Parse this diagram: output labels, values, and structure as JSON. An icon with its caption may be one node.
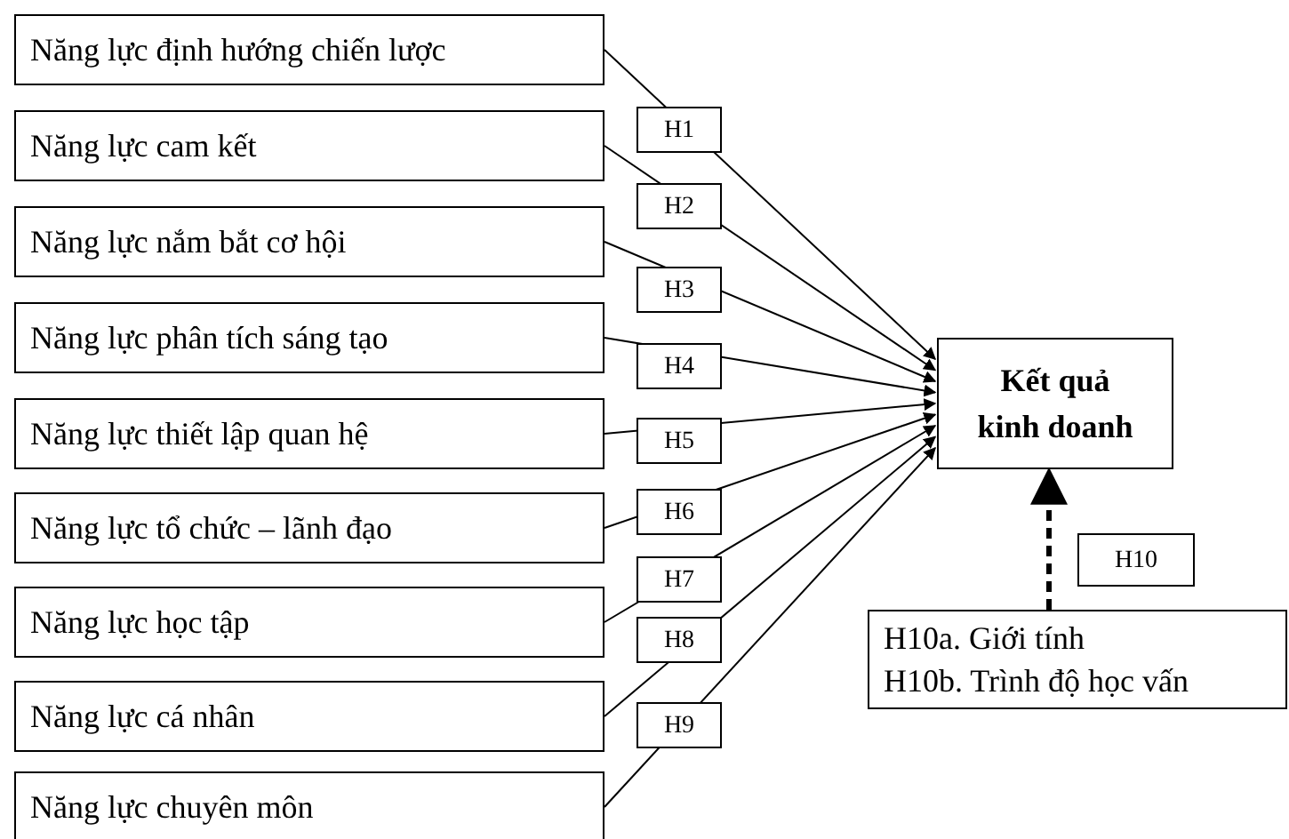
{
  "diagram": {
    "nodes": [
      {
        "text": [
          "Năng lực định hướng chiến lược"
        ]
      },
      {
        "text": [
          "Năng lực cam kết"
        ]
      },
      {
        "text": [
          "Năng lực nắm bắt cơ hội"
        ]
      },
      {
        "text": [
          "Năng lực phân tích sáng tạo"
        ]
      },
      {
        "text": [
          "Năng lực thiết lập quan hệ"
        ]
      },
      {
        "text": [
          "Năng lực tổ chức – lãnh đạo"
        ]
      },
      {
        "text": [
          "Năng lực học tập"
        ]
      },
      {
        "text": [
          "Năng lực cá nhân"
        ]
      },
      {
        "text": [
          "Năng lực chuyên môn"
        ]
      },
      {
        "text": [
          "Kết quả kinh doanh"
        ]
      },
      {
        "text": [
          "H10a. Giới tính",
          "H10b. Trình độ học vấn"
        ]
      }
    ],
    "edges": [
      {
        "from": 0,
        "to": 9,
        "arrow": "to",
        "label": "H1"
      },
      {
        "from": 1,
        "to": 9,
        "arrow": "to",
        "label": "H2"
      },
      {
        "from": 2,
        "to": 9,
        "arrow": "to",
        "label": "H3"
      },
      {
        "from": 3,
        "to": 9,
        "arrow": "to",
        "label": "H4"
      },
      {
        "from": 4,
        "to": 9,
        "arrow": "to",
        "label": "H5"
      },
      {
        "from": 5,
        "to": 9,
        "arrow": "to",
        "label": "H6"
      },
      {
        "from": 6,
        "to": 9,
        "arrow": "to",
        "label": "H7"
      },
      {
        "from": 7,
        "to": 9,
        "arrow": "to",
        "label": "H8"
      },
      {
        "from": 8,
        "to": 9,
        "arrow": "to",
        "label": "H9"
      },
      {
        "from": 10,
        "to": 9,
        "arrow": "to",
        "label": "H10",
        "style": "dashed"
      }
    ]
  }
}
